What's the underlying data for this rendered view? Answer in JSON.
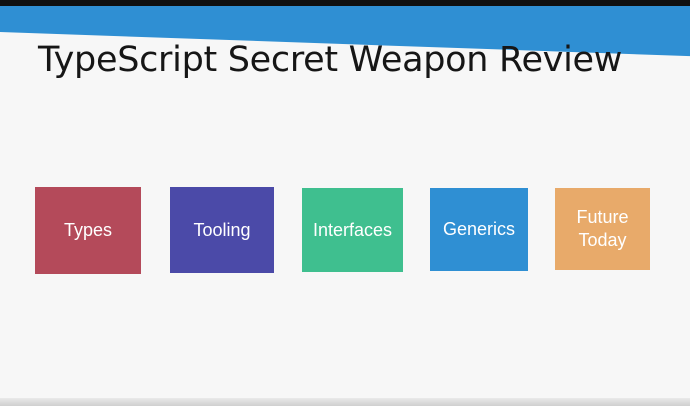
{
  "slide": {
    "title": "TypeScript Secret Weapon Review",
    "accent_color": "#2f8fd3",
    "background_color": "#f7f7f7"
  },
  "tiles": [
    {
      "label": "Types",
      "color": "#b44a5a"
    },
    {
      "label": "Tooling",
      "color": "#4b4aa8"
    },
    {
      "label": "Interfaces",
      "color": "#3fbf8f"
    },
    {
      "label": "Generics",
      "color": "#2f8fd3"
    },
    {
      "label": "Future Today",
      "color": "#e8aa6a"
    }
  ]
}
